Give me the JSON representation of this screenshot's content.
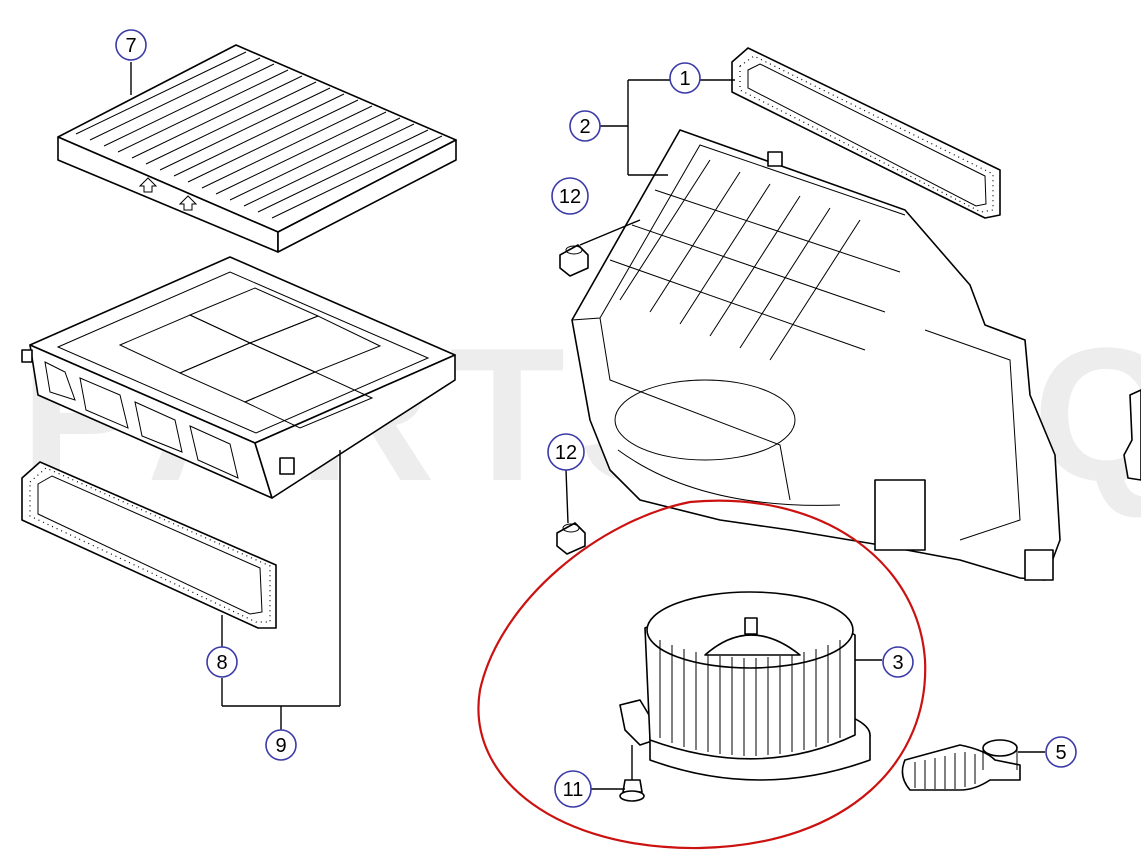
{
  "watermark_text": "PARTSOUQ",
  "callouts": [
    {
      "id": "1",
      "label": "1"
    },
    {
      "id": "2",
      "label": "2"
    },
    {
      "id": "3",
      "label": "3"
    },
    {
      "id": "5",
      "label": "5"
    },
    {
      "id": "7",
      "label": "7"
    },
    {
      "id": "8",
      "label": "8"
    },
    {
      "id": "9",
      "label": "9"
    },
    {
      "id": "11",
      "label": "11"
    },
    {
      "id": "12a",
      "label": "12"
    },
    {
      "id": "12b",
      "label": "12"
    }
  ],
  "highlight_color": "#cc1111",
  "callout_ring_color": "#3a3aa8"
}
